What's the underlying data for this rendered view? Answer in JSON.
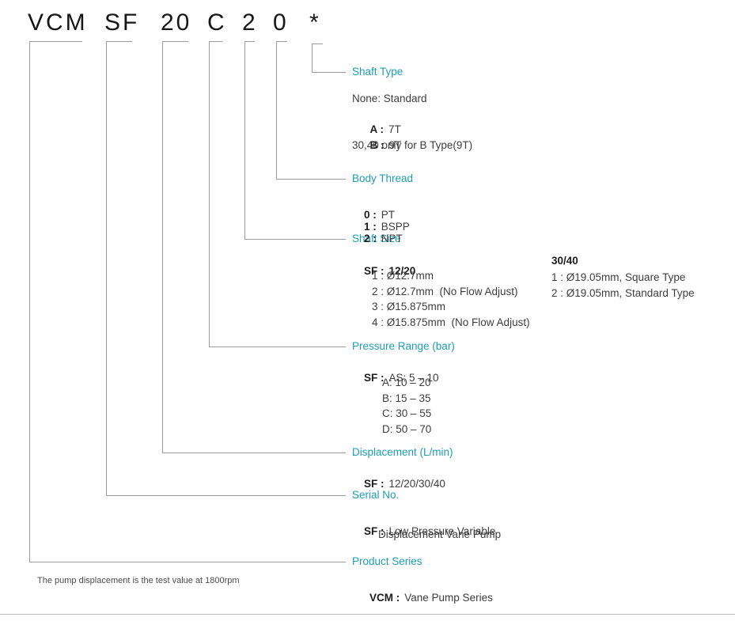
{
  "code": {
    "segments": [
      "VCM",
      "SF",
      "20",
      "C",
      "2",
      "0",
      "*"
    ]
  },
  "sections": {
    "shaft_type": {
      "label": "Shaft Type",
      "none_line": "None: Standard",
      "options": [
        {
          "key": "A :",
          "value": "7T"
        },
        {
          "key": "B :",
          "value": "9T"
        }
      ],
      "note": "30,40 only for B Type(9T)"
    },
    "body_thread": {
      "label": "Body Thread",
      "options": [
        {
          "key": "0 :",
          "value": "PT"
        },
        {
          "key": "1 :",
          "value": "BSPP"
        },
        {
          "key": "2 :",
          "value": "NPT"
        }
      ]
    },
    "shaft_size": {
      "label": "Shaft Size",
      "sf": {
        "key": "SF :",
        "value": "12/20"
      },
      "sf_options": [
        "1 : Ø12.7mm",
        "2 : Ø12.7mm  (No Flow Adjust)",
        "3 : Ø15.875mm",
        "4 : Ø15.875mm  (No Flow Adjust)"
      ],
      "right_header": "30/40",
      "right_options": [
        "1 : Ø19.05mm, Square Type",
        "2 : Ø19.05mm, Standard Type"
      ]
    },
    "pressure_range": {
      "label": "Pressure Range (bar)",
      "sf": {
        "key": "SF :",
        "value": "AS: 5 – 10"
      },
      "options": [
        "A: 10 – 20",
        "B: 15 – 35",
        "C: 30 – 55",
        "D: 50 – 70"
      ]
    },
    "displacement": {
      "label": "Displacement (L/min)",
      "sf": {
        "key": "SF :",
        "value": "12/20/30/40"
      }
    },
    "serial_no": {
      "label": "Serial No.",
      "sf": {
        "key": "SF :",
        "value": "Low Pressure Variable"
      },
      "value_line2": "Displacement Vane Pump"
    },
    "product_series": {
      "label": "Product Series",
      "vcm": {
        "key": "VCM :",
        "value": "Vane Pump Series"
      }
    }
  },
  "page": {
    "footnote": "The pump displacement is the test value at 1800rpm"
  },
  "colors": {
    "accent": "#1d9db2",
    "line": "#9b9b9b",
    "text": "#3d3d3d"
  }
}
